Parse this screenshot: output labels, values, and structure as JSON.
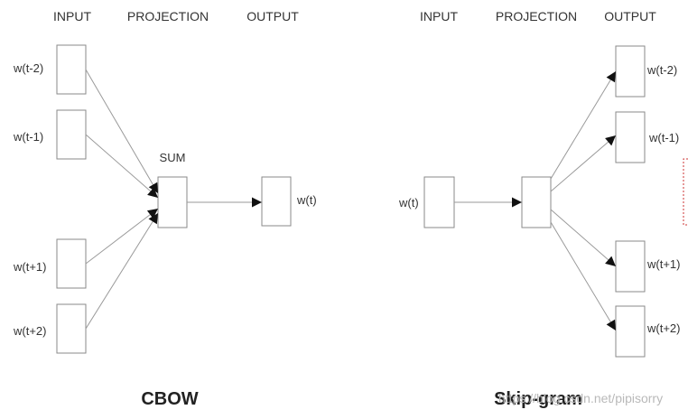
{
  "cbow": {
    "headers": {
      "input": "INPUT",
      "projection": "PROJECTION",
      "output": "OUTPUT"
    },
    "inputs": [
      "w(t-2)",
      "w(t-1)",
      "w(t+1)",
      "w(t+2)"
    ],
    "sum_label": "SUM",
    "output": "w(t)",
    "caption": "CBOW"
  },
  "skipgram": {
    "headers": {
      "input": "INPUT",
      "projection": "PROJECTION",
      "output": "OUTPUT"
    },
    "input": "w(t)",
    "outputs": [
      "w(t-2)",
      "w(t-1)",
      "w(t+1)",
      "w(t+2)"
    ],
    "caption": "Skip-gram"
  },
  "watermark": "https://blog.csdn.net/pipisorry",
  "colors": {
    "box_stroke": "#8a8a8a",
    "edge": "#9a9a9a",
    "arrow": "#111111",
    "dashed_marker": "#cc3333"
  }
}
